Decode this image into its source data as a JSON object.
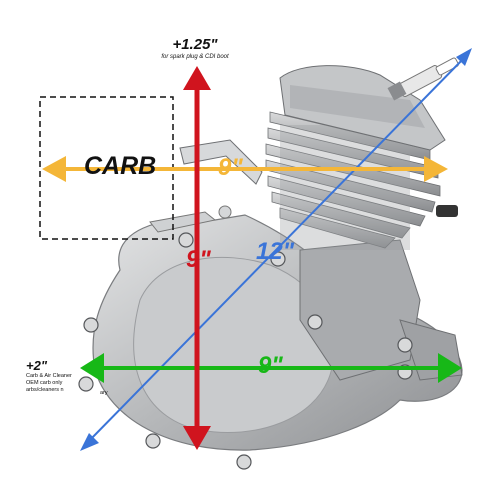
{
  "annotations": {
    "top_offset": "+1.25\"",
    "top_note": "for spark plug & CDI boot",
    "left_offset": "+2\"",
    "left_note_lines": [
      "Carb & Air Cleaner",
      "OEM carb only",
      "arbs/cleaners n",
      "ary"
    ],
    "carb_label": "CARB",
    "horizontal_top_dim": "9\"",
    "vertical_dim": "9\"",
    "diagonal_dim": "12\"",
    "horizontal_bottom_dim": "9\""
  },
  "colors": {
    "vertical_arrow": "#d0141e",
    "diagonal_arrow": "#3a74d8",
    "carb_arrow": "#f4b638",
    "bottom_arrow": "#17b817",
    "engine_metal": "#b4b6b8"
  }
}
